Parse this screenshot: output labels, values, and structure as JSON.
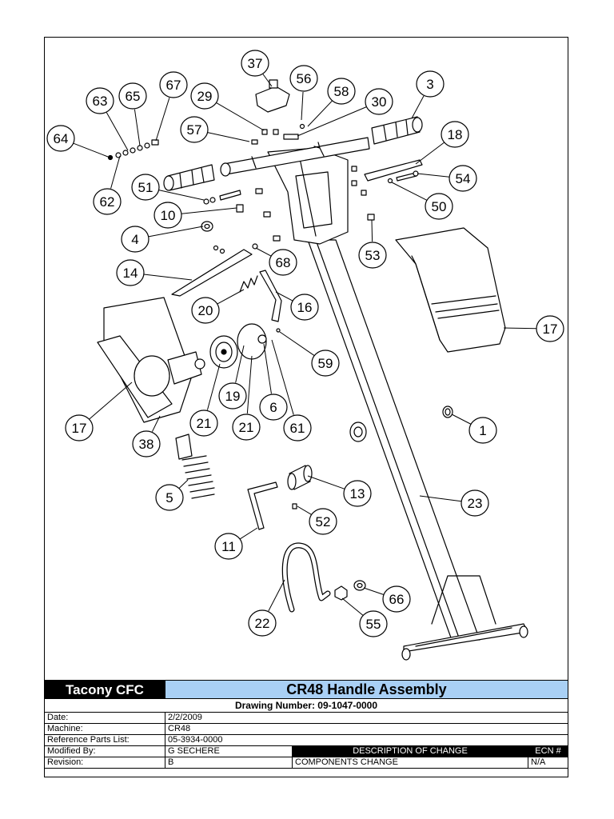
{
  "callouts": [
    {
      "id": "37",
      "label": "37"
    },
    {
      "id": "56",
      "label": "56"
    },
    {
      "id": "58",
      "label": "58"
    },
    {
      "id": "30",
      "label": "30"
    },
    {
      "id": "3",
      "label": "3"
    },
    {
      "id": "67",
      "label": "67"
    },
    {
      "id": "65",
      "label": "65"
    },
    {
      "id": "63",
      "label": "63"
    },
    {
      "id": "29",
      "label": "29"
    },
    {
      "id": "57",
      "label": "57"
    },
    {
      "id": "64",
      "label": "64"
    },
    {
      "id": "62",
      "label": "62"
    },
    {
      "id": "18",
      "label": "18"
    },
    {
      "id": "54",
      "label": "54"
    },
    {
      "id": "50",
      "label": "50"
    },
    {
      "id": "51",
      "label": "51"
    },
    {
      "id": "10",
      "label": "10"
    },
    {
      "id": "4",
      "label": "4"
    },
    {
      "id": "53",
      "label": "53"
    },
    {
      "id": "68",
      "label": "68"
    },
    {
      "id": "14",
      "label": "14"
    },
    {
      "id": "20",
      "label": "20"
    },
    {
      "id": "16",
      "label": "16"
    },
    {
      "id": "17a",
      "label": "17"
    },
    {
      "id": "59",
      "label": "59"
    },
    {
      "id": "19",
      "label": "19"
    },
    {
      "id": "6",
      "label": "6"
    },
    {
      "id": "17b",
      "label": "17"
    },
    {
      "id": "21a",
      "label": "21"
    },
    {
      "id": "21b",
      "label": "21"
    },
    {
      "id": "61",
      "label": "61"
    },
    {
      "id": "1",
      "label": "1"
    },
    {
      "id": "38",
      "label": "38"
    },
    {
      "id": "13",
      "label": "13"
    },
    {
      "id": "5",
      "label": "5"
    },
    {
      "id": "23",
      "label": "23"
    },
    {
      "id": "52",
      "label": "52"
    },
    {
      "id": "11",
      "label": "11"
    },
    {
      "id": "66",
      "label": "66"
    },
    {
      "id": "22",
      "label": "22"
    },
    {
      "id": "55",
      "label": "55"
    }
  ],
  "title_block": {
    "company": "Tacony CFC",
    "title": "CR48 Handle Assembly",
    "drawing_number": "Drawing Number: 09-1047-0000",
    "date_label": "Date:",
    "date_value": "2/2/2009",
    "machine_label": "Machine:",
    "machine_value": "CR48",
    "parts_list_label": "Reference Parts List:",
    "parts_list_value": "05-3934-0000",
    "modified_by_label": "Modified By:",
    "modified_by_value": "G SECHERE",
    "description_header": "DESCRIPTION OF CHANGE",
    "ecn_header": "ECN #",
    "revision_label": "Revision:",
    "revision_value": "B",
    "description_value": "COMPONENTS CHANGE",
    "ecn_value": "N/A"
  }
}
